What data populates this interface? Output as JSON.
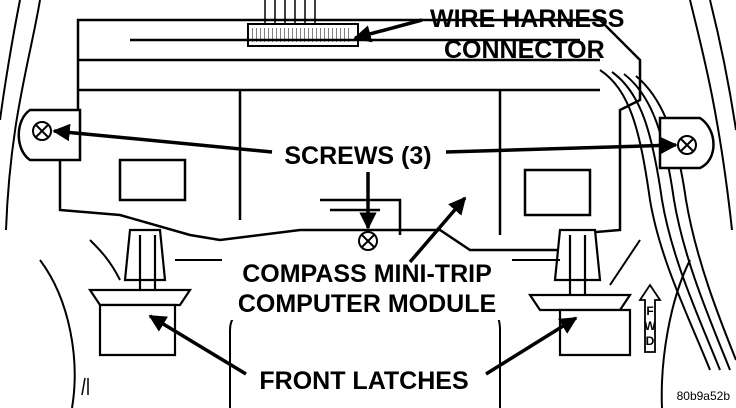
{
  "labels": {
    "wire_harness_line1": "WIRE HARNESS",
    "wire_harness_line2": "CONNECTOR",
    "screws": "SCREWS (3)",
    "module_line1": "COMPASS MINI-TRIP",
    "module_line2": "COMPUTER MODULE",
    "front_latches": "FRONT LATCHES",
    "fwd_f": "F",
    "fwd_w": "W",
    "fwd_d": "D",
    "figure_ref": "80b9a52b"
  },
  "colors": {
    "ink": "#000000",
    "paper": "#ffffff"
  }
}
